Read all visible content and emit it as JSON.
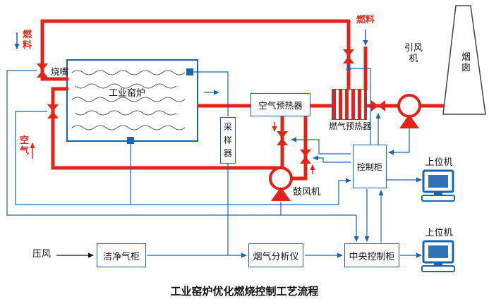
{
  "title": "工业窑炉优化燃烧控制工艺流程",
  "colors": {
    "pipe_red": "#e2231a",
    "signal_blue": "#1a64ad",
    "chimney_outline": "#444444"
  },
  "labels": {
    "fuel_left": "燃料",
    "fuel_right": "燃料",
    "air": "空气",
    "burner": "烧嘴",
    "furnace": "工业窑炉",
    "sampler": "采样器",
    "air_preheater": "空气预热器",
    "gas_preheater": "燃气预热器",
    "induced_fan": "引风机",
    "chimney": "烟囱",
    "control_cabinet": "控制柜",
    "host_top": "上位机",
    "host_bottom": "上位机",
    "blower": "鼓风机",
    "compressed_air": "压风",
    "clean_gas_cabinet": "洁净气柜",
    "flue_gas_analyzer": "烟气分析仪",
    "central_control_cabinet": "中央控制柜"
  }
}
